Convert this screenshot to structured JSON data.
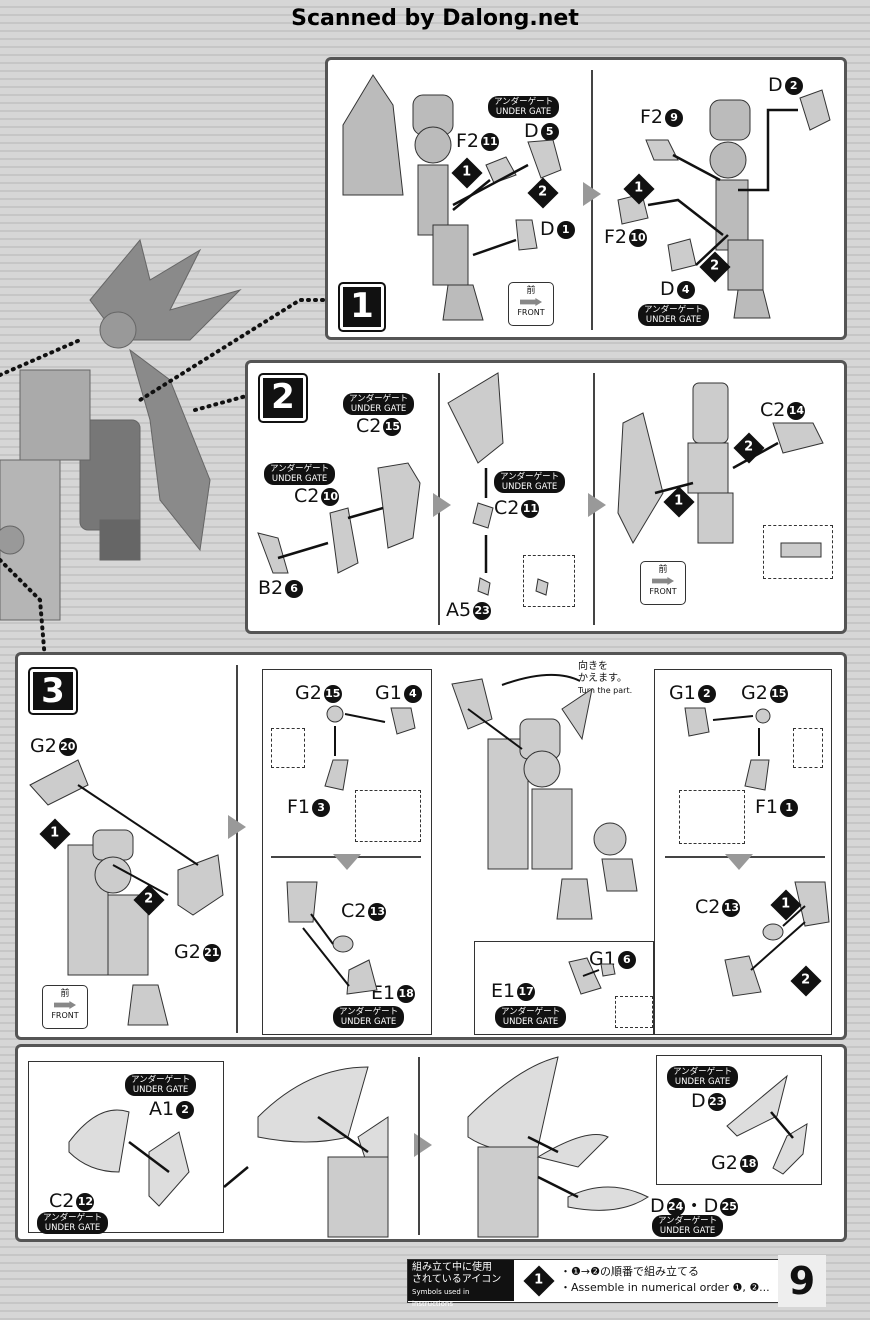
{
  "header": {
    "scanned": "Scanned by Dalong.net"
  },
  "under_gate": {
    "jp": "アンダーゲート",
    "en": "UNDER GATE"
  },
  "front": {
    "jp": "前",
    "en": "FRONT"
  },
  "steps": {
    "s1": "1",
    "s2": "2",
    "s3": "3"
  },
  "order": {
    "o1": "1",
    "o2": "2"
  },
  "step1": {
    "left": {
      "f2_11": "F2",
      "n11": "11",
      "d5": "D",
      "n5": "5",
      "d1": "D",
      "n1": "1"
    },
    "right": {
      "d2": "D",
      "n2": "2",
      "f2_9": "F2",
      "n9": "9",
      "f2_10": "F2",
      "n10": "10",
      "d4": "D",
      "n4": "4"
    }
  },
  "step2": {
    "c2_15": "C2",
    "n15": "15",
    "c2_10": "C2",
    "n10": "10",
    "b2_6": "B2",
    "n6": "6",
    "c2_11": "C2",
    "n11": "11",
    "a5_23": "A5",
    "n23": "23",
    "c2_14": "C2",
    "n14": "14"
  },
  "step3": {
    "g2_20": "G2",
    "n20": "20",
    "g2_21": "G2",
    "n21": "21",
    "g2_15a": "G2",
    "n15a": "15",
    "g1_4": "G1",
    "n4": "4",
    "f1_3": "F1",
    "n3": "3",
    "c2_13a": "C2",
    "n13a": "13",
    "e1_18": "E1",
    "n18": "18",
    "turn_jp1": "向きを",
    "turn_jp2": "かえます。",
    "turn_en": "Turn the part.",
    "g1_2": "G1",
    "n2": "2",
    "g2_15b": "G2",
    "n15b": "15",
    "f1_1": "F1",
    "n1": "1",
    "c2_13b": "C2",
    "n13b": "13",
    "g1_6": "G1",
    "n6": "6",
    "e1_17": "E1",
    "n17": "17"
  },
  "step4": {
    "a1_2": "A1",
    "n2": "2",
    "c2_12": "C2",
    "n12": "12",
    "d23": "D",
    "n23": "23",
    "g2_18": "G2",
    "n18": "18",
    "d24": "D",
    "n24": "24",
    "dot_sep": "・",
    "d25": "D",
    "n25": "25"
  },
  "legend": {
    "title_jp1": "組み立て中に使用",
    "title_jp2": "されているアイコン",
    "title_en": "Symbols used in instructions",
    "jp_line": "・❶→❷の順番で組み立てる",
    "en_line": "・Assemble in numerical order ❶, ❷..."
  },
  "page_number": "9"
}
